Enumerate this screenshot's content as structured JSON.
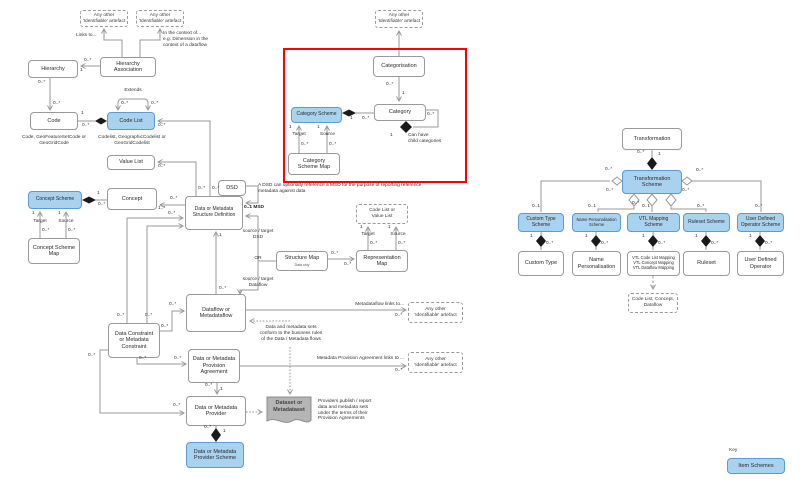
{
  "m": {
    "zm": "0..*",
    "one": "1",
    "zo": "0..1",
    "om": "1..*"
  },
  "boxes": {
    "any1": "Any other\n'Identifiable' artefact",
    "any2": "Any other\n'Identifiable' artefact",
    "hierarchy": "Hierarchy",
    "hierarchy_association": "Hierarchy\nAssociation",
    "code": "Code",
    "code_list": "Code List",
    "value_list": "Value List",
    "concept_scheme": "Concept Scheme",
    "concept": "Concept",
    "concept_scheme_map": "Concept Scheme\nMap",
    "dsd_tag": "DSD",
    "dsmd": "Data or Metadata\nStructure Definition",
    "code_or_value": "Code List or\nValue List",
    "structure_map": "Structure Map",
    "structure_map_sub": "Data only",
    "representation_map": "Representation\nMap",
    "dataflow": "Dataflow or\nMetadataflow",
    "constraint": "Data Constraint\nor Metadata\nConstraint",
    "any3": "Any other\n'Identifiable' artefact",
    "provision_agreement": "Data or Metadata\nProvision\nAgreement",
    "any4": "Any other\n'Identifiable' artefact",
    "provider": "Data or Metadata\nProvider",
    "dataset": "Dataset or\nMetadataset",
    "provider_scheme": "Data or Metadata\nProvider Scheme",
    "any_cat": "Any other\n'Identifiable' artefact",
    "categorisation": "Categorisation",
    "category_scheme": "Category Scheme",
    "category": "Category",
    "category_scheme_map": "Category\nScheme Map",
    "transformation": "Transformation",
    "transformation_scheme": "Transformation\nScheme",
    "custom_type_scheme": "Custom Type\nScheme",
    "name_personalisation_scheme": "Name Personalisation\nScheme",
    "vtl_mapping_scheme": "VTL Mapping\nScheme",
    "ruleset_scheme": "Ruleset Scheme",
    "udo_scheme": "User Defined\nOperator Scheme",
    "custom_type": "Custom Type",
    "name_personalisation": "Name\nPersonalisation",
    "vtl_mappings": "VTL Code List Mapping\nVTL Concept Mapping\nVTL Dataflow Mapping",
    "ruleset": "Ruleset",
    "udo": "User Defined\nOperator",
    "code_concept_dataflow": "Code List, Concept,\nDataflow",
    "item_schemes": "Item Schemes"
  },
  "labels": {
    "links_to": "Links to...",
    "in_context": "In the context of...\ne.g. Dimension in the\ncontext of a dataflow",
    "extends": "Extends",
    "code_caption": "Code, GeoFeatureSetCode or\nGeoGridCode",
    "codelist_caption": "Codelist, GeographicCodelist or\nGeoGridCodelist",
    "dsd_note": "A DSD can optionally reference a MSD for the purpose of reporting reference\nmetadata against data",
    "msd": "0..1 MSD",
    "src_dsd": "source / target\nDSD",
    "or": "OR",
    "src_dataflow": "source / target\nDataflow",
    "target": "Target",
    "source": "Source",
    "can_have": "Can have\nchild categories",
    "mf_links": "Metadataflow links to...",
    "conform_note": "Data and metadata sets\nconform to the business rules\nof the Data / Metadata flows",
    "mpa_links": "Metadata Provision Agreement links to ...",
    "publish_note": "Providers publish / report\ndata and metadata sets\nunder the terms of their\nProvision Agreements",
    "key": "Key"
  },
  "colors": {
    "item_scheme_fill": "#A8D2EE",
    "item_scheme_border": "#5B9BD5",
    "line": "#999999",
    "highlight": "#FF0000",
    "dataset_fill": "#B5B5B5"
  }
}
